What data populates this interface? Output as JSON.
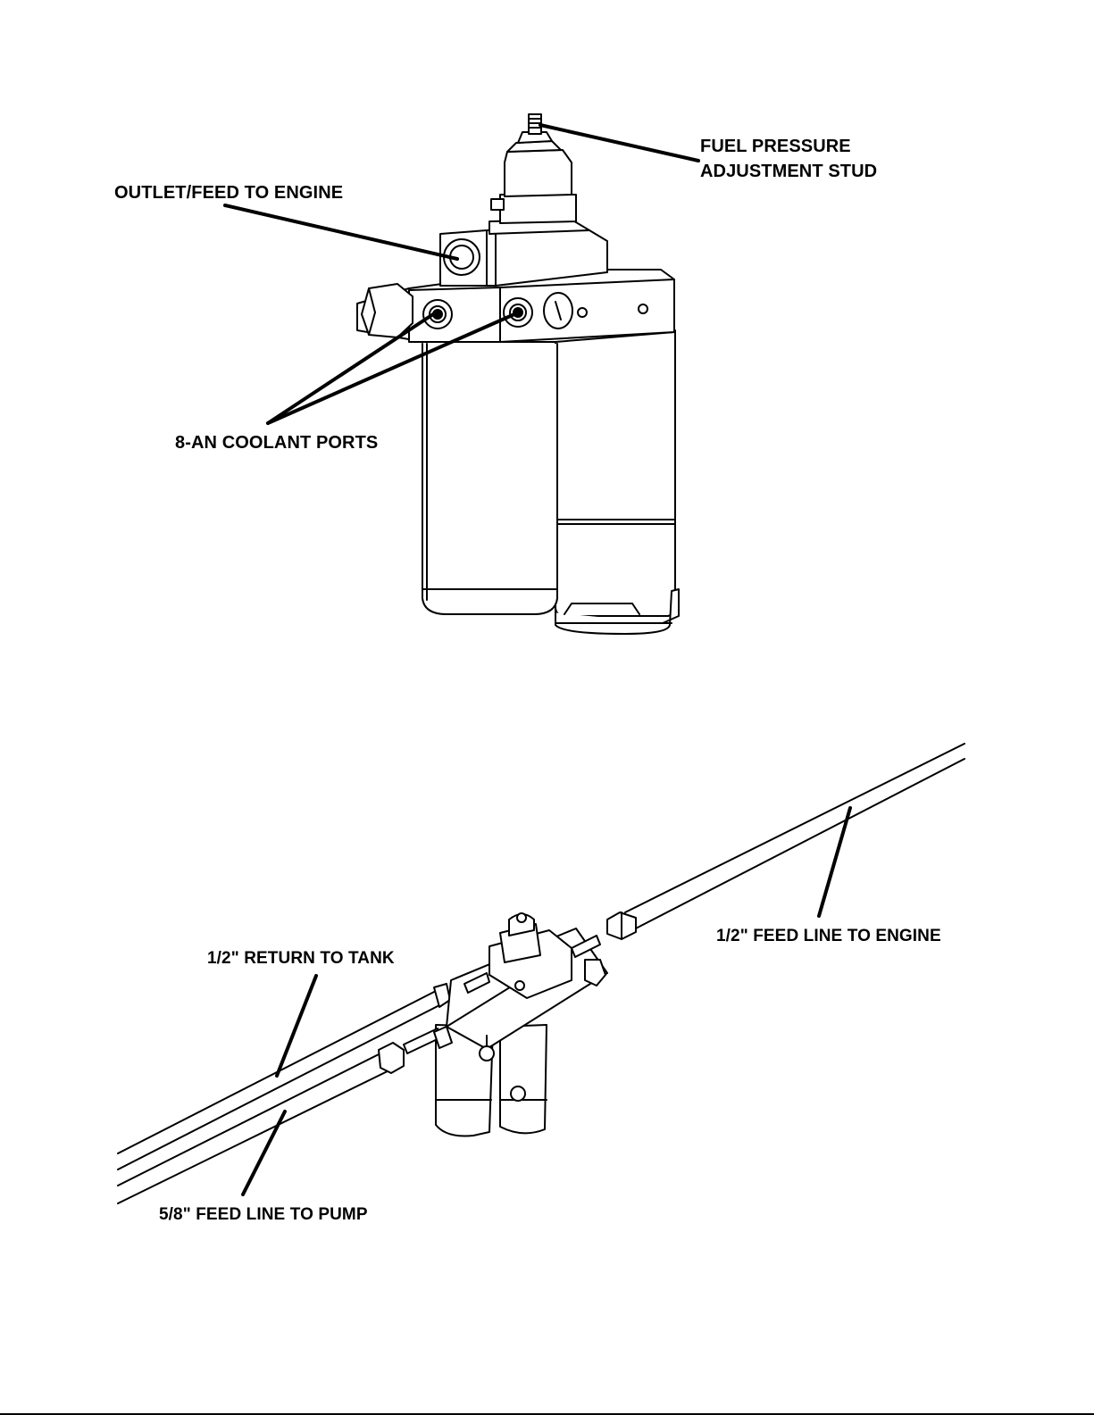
{
  "colors": {
    "ink": "#000000",
    "paper": "#ffffff",
    "part_fill": "#ffffff",
    "shade": "#e6e6e6"
  },
  "figure_top": {
    "labels": {
      "fuel_pressure_line1": "FUEL PRESSURE",
      "fuel_pressure_line2": "ADJUSTMENT STUD",
      "outlet": "OUTLET/FEED TO ENGINE",
      "coolant": "8-AN COOLANT PORTS"
    }
  },
  "figure_bottom": {
    "labels": {
      "return": "1/2\" RETURN TO TANK",
      "feed_engine": "1/2\" FEED LINE TO ENGINE",
      "feed_pump": "5/8\" FEED LINE TO PUMP"
    }
  }
}
